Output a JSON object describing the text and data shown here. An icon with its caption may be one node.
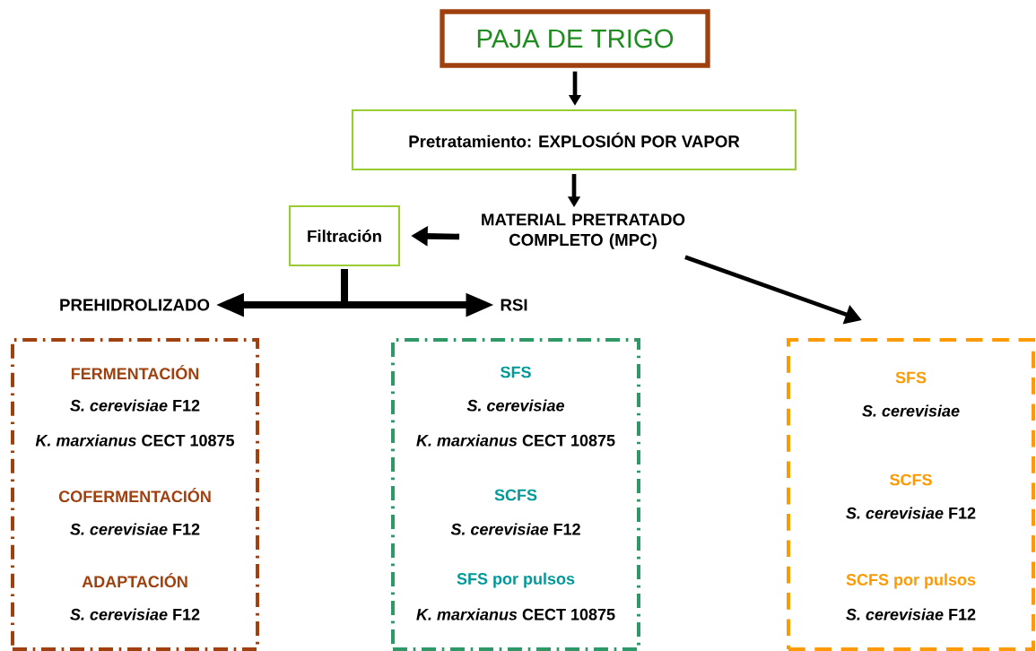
{
  "diagram": {
    "nodes": [
      {
        "text": [
          "PAJA DE TRIGO"
        ]
      },
      {
        "text": [
          "Pretratamiento: EXPLOSIÓN POR VAPOR"
        ]
      },
      {
        "text": [
          "MATERIAL PRETRATADO COMPLETO (MPC)"
        ]
      },
      {
        "text": [
          "Filtración"
        ]
      },
      {
        "text": [
          "PREHIDROLIZADO"
        ]
      },
      {
        "text": [
          "RSI"
        ]
      },
      {
        "text": [
          "FERMENTACIÓN",
          "*S. cerevisiae* F12",
          "*K. marxianus*  CECT 10875",
          "COFERMENTACIÓN",
          "*S. cerevisiae* F12",
          "ADAPTACIÓN",
          "*S. cerevisiae* F12"
        ]
      },
      {
        "text": [
          "SFS",
          "*S. cerevisiae*",
          "*K. marxianus* CECT 10875",
          "SCFS",
          "*S. cerevisiae* F12",
          "SFS por pulsos",
          "*K. marxianus* CECT 10875"
        ]
      },
      {
        "text": [
          "SFS",
          "*S. cerevisiae*",
          "SCFS",
          "*S. cerevisiae* F12",
          "SCFS por pulsos",
          "*S. cerevisiae* F12"
        ]
      }
    ],
    "edges": [
      {
        "from": 0,
        "to": 1,
        "arrow": "to"
      },
      {
        "from": 1,
        "to": 2,
        "arrow": "to"
      },
      {
        "from": 2,
        "to": 3,
        "arrow": "to"
      },
      {
        "from": 3,
        "to": 4,
        "arrow": "to"
      },
      {
        "from": 3,
        "to": 5,
        "arrow": "to"
      },
      {
        "from": 2,
        "to": 8,
        "arrow": "to"
      }
    ]
  }
}
